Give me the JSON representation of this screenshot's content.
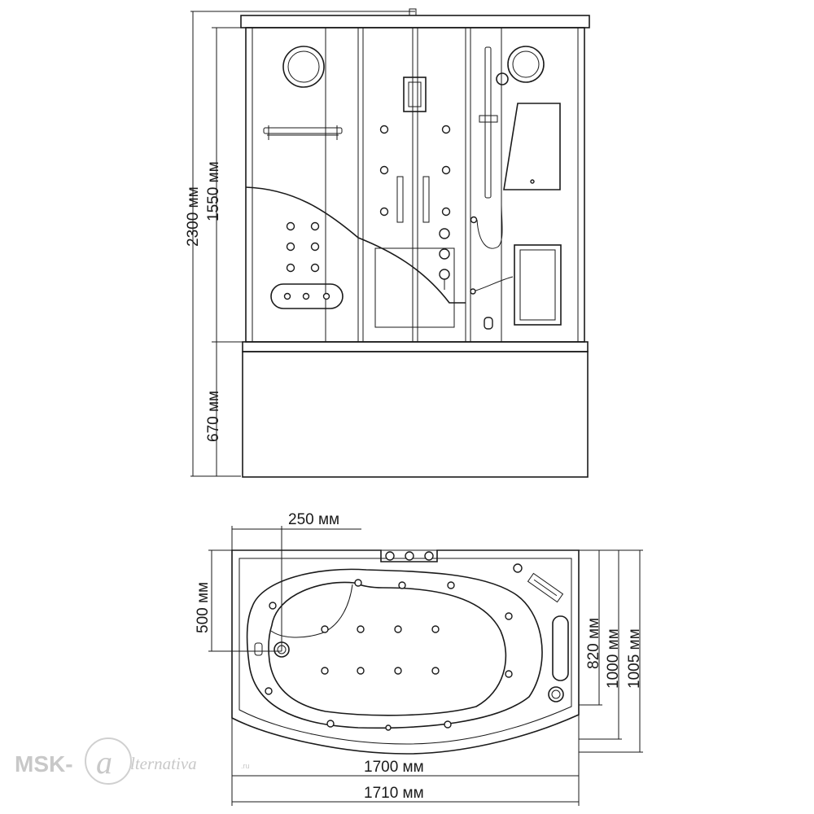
{
  "front_view": {
    "dim_total_height": "2300 мм",
    "dim_cabin_height": "1550 мм",
    "dim_base_height": "670 мм"
  },
  "top_view": {
    "dim_headrest_offset": "250 мм",
    "dim_headrest_depth": "500 мм",
    "dim_inner_depth": "820 мм",
    "dim_depth_1000": "1000 мм",
    "dim_depth_1005": "1005 мм",
    "dim_inner_length": "1700 мм",
    "dim_outer_length": "1710 мм"
  },
  "watermark": {
    "brand_left": "MSK-",
    "brand_right": "lternativa",
    "brand_domain": ".ru"
  }
}
